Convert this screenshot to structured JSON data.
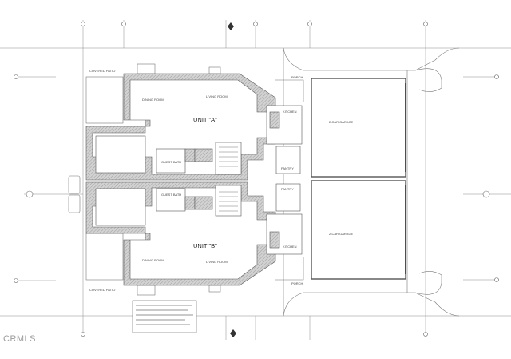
{
  "units": {
    "a": "UNIT \"A\"",
    "b": "UNIT \"B\""
  },
  "rooms": {
    "dining": "DINING ROOM",
    "living": "LIVING ROOM",
    "kitchen": "KITCHEN",
    "guest_bath": "GUEST BATH",
    "pantry": "PANTRY",
    "garage": "2-CAR GARAGE",
    "porch": "PORCH",
    "covered_patio": "COVERED PATIO"
  },
  "watermark": "CRMLS",
  "colors": {
    "line": "#555555",
    "wall_fill": "#c9c9c9",
    "watermark": "#9a9a9a"
  }
}
